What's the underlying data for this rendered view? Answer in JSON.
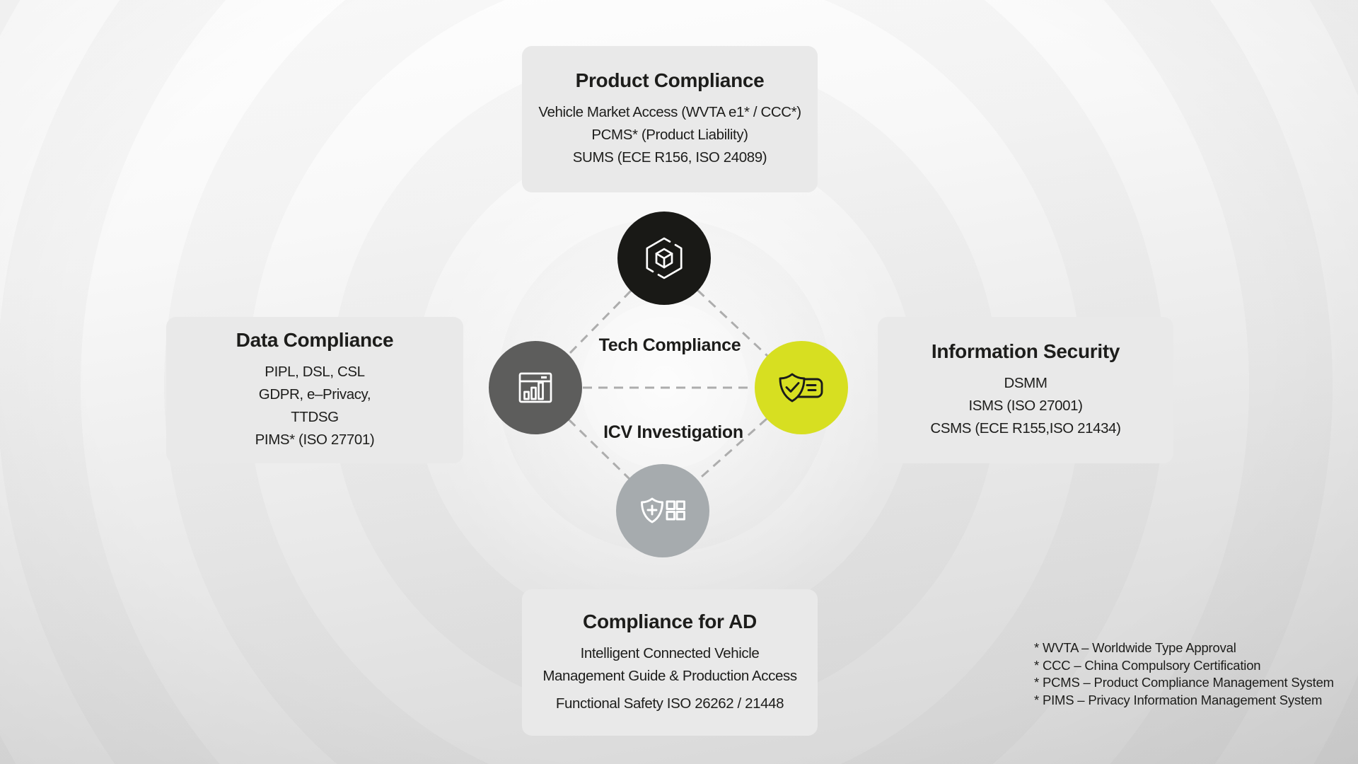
{
  "diagram": {
    "boxes": {
      "top": {
        "title": "Product Compliance",
        "lines": [
          "Vehicle Market Access (WVTA e1* / CCC*)",
          "PCMS* (Product Liability)",
          "SUMS (ECE R156, ISO 24089)"
        ]
      },
      "left": {
        "title": "Data Compliance",
        "lines": [
          "PIPL, DSL, CSL",
          "GDPR, e–Privacy,",
          "TTDSG",
          "PIMS* (ISO 27701)"
        ]
      },
      "right": {
        "title": "Information Security",
        "lines": [
          "DSMM",
          "ISMS (ISO 27001)",
          "CSMS (ECE R155,ISO 21434)"
        ]
      },
      "bottom": {
        "title": "Compliance for AD",
        "lines": [
          "Intelligent Connected Vehicle",
          "Management Guide & Production Access",
          "Functional Safety ISO 26262 / 21448"
        ]
      }
    },
    "center_labels": {
      "tech": "Tech Compliance",
      "icv": "ICV Investigation"
    },
    "nodes": {
      "product": {
        "icon": "package-hexagon-icon",
        "color": "#191916"
      },
      "data": {
        "icon": "window-bar-chart-icon",
        "color": "#5d5d5c"
      },
      "security": {
        "icon": "shield-check-card-icon",
        "color": "#d7df21"
      },
      "ad": {
        "icon": "shield-plus-grid-icon",
        "color": "#a6abae"
      }
    },
    "footnotes": [
      "* WVTA – Worldwide Type Approval",
      "* CCC – China Compulsory Certification",
      "* PCMS – Product Compliance Management System",
      "* PIMS – Privacy Information Management System"
    ]
  }
}
